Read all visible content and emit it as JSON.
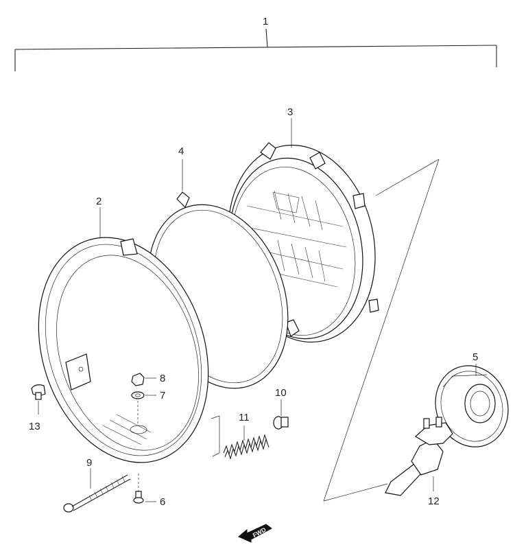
{
  "callouts": {
    "assembly": "1",
    "rim": "2",
    "unit": "3",
    "ring": "4",
    "socket": "5",
    "screw_small": "6",
    "washer": "7",
    "nut": "8",
    "long_screw": "9",
    "adjuster_nut": "10",
    "spring": "11",
    "bulb": "12",
    "bolt": "13"
  },
  "fwd_label": "FWD"
}
